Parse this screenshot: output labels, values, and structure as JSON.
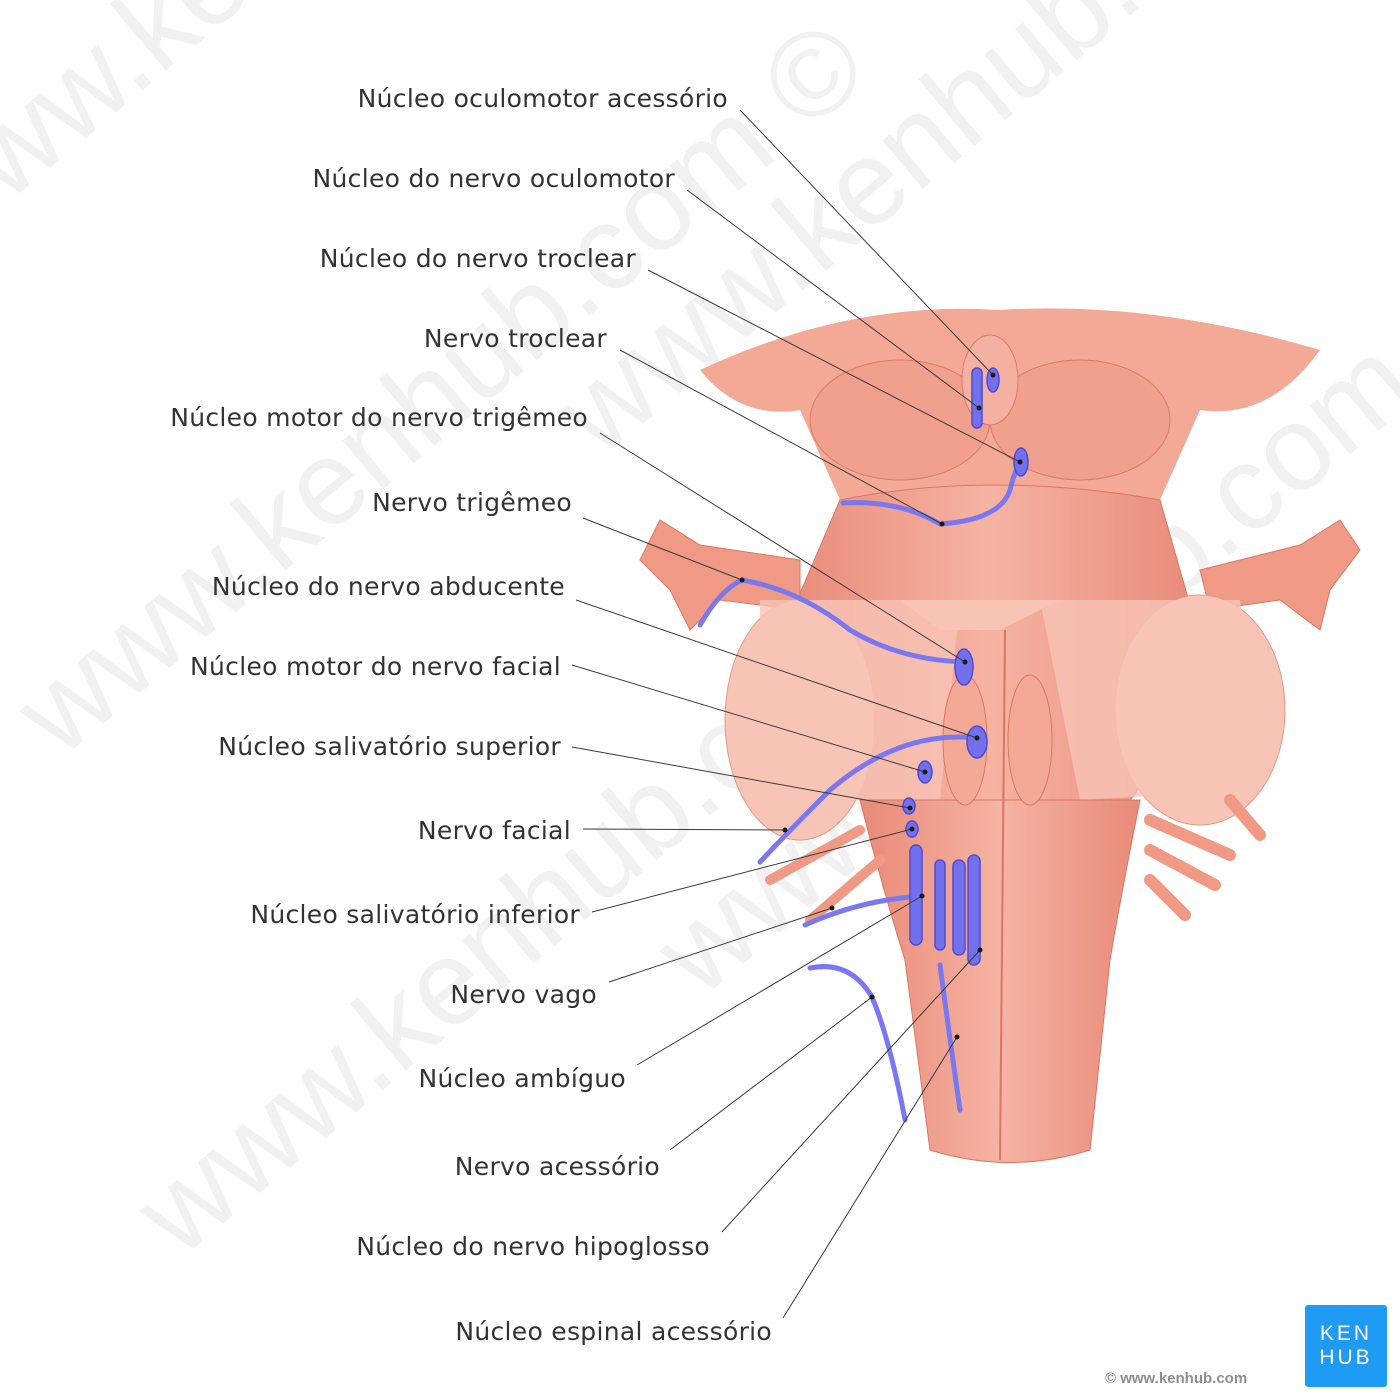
{
  "labels": [
    "Núcleo oculomotor acessório",
    "Núcleo do nervo oculomotor",
    "Núcleo do nervo troclear",
    "Nervo troclear",
    "Núcleo motor do nervo trigêmeo",
    "Nervo trigêmeo",
    "Núcleo do nervo abducente",
    "Núcleo motor do nervo facial",
    "Núcleo salivatório superior",
    "Nervo facial",
    "Núcleo salivatório inferior",
    "Nervo vago",
    "Núcleo ambíguo",
    "Nervo acessório",
    "Núcleo do nervo hipoglosso",
    "Núcleo espinal acessório"
  ],
  "watermark": "www.kenhub.com ©",
  "logo": {
    "line1": "KEN",
    "line2": "HUB"
  },
  "copyright": "© www.kenhub.com",
  "colors": {
    "tissue": "#f2a593",
    "tissue_light": "#f8c6b8",
    "nerve": "#7a78f0",
    "logo": "#1e9bf5"
  }
}
